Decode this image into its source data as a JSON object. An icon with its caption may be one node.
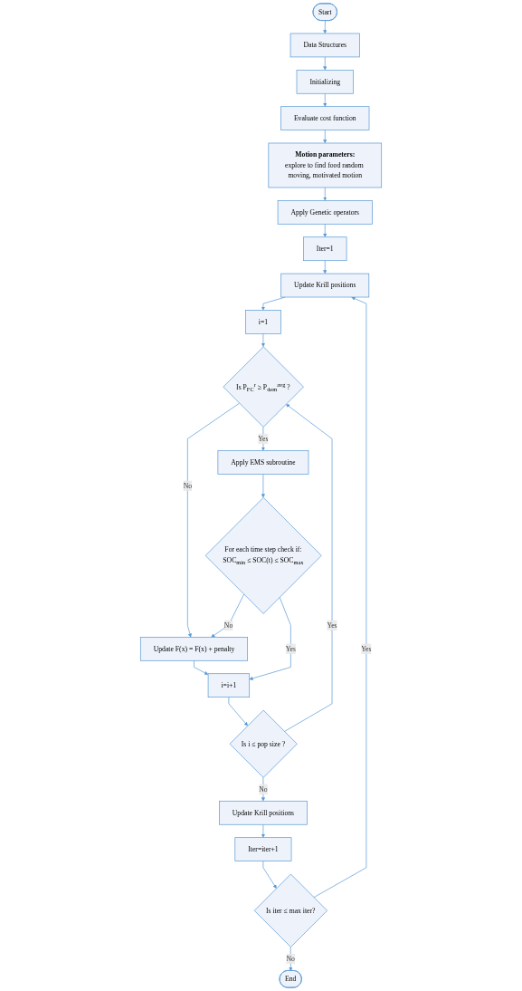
{
  "diagram": {
    "nodes": [
      {
        "text": [
          "Start"
        ]
      },
      {
        "text": [
          "Data Structures"
        ]
      },
      {
        "text": [
          "Initializing"
        ]
      },
      {
        "text": [
          "Evaluate cost function"
        ]
      },
      {
        "text": [
          "Motion parameters:",
          "explore to find food random moving, motivated motion"
        ]
      },
      {
        "text": [
          "Apply Genetic operators"
        ]
      },
      {
        "text": [
          "Iter=1"
        ]
      },
      {
        "text": [
          "Update Krill positions"
        ]
      },
      {
        "text": [
          "i=1"
        ]
      },
      {
        "text": [
          "Is P$_{FC}$$^{r}$ ≥ P$_{dem}$$^{avg}$ ?"
        ]
      },
      {
        "text": [
          "Update F(x) = F(x) + penalty"
        ]
      },
      {
        "text": [
          "Apply EMS subroutine"
        ]
      },
      {
        "text": [
          "For each time step check if:",
          "SOC$_{min}$ ≤ SOC(t) ≤ SOC$_{max}$"
        ]
      },
      {
        "text": [
          "i=i+1"
        ]
      },
      {
        "text": [
          "Is i ≤ pop size ?"
        ]
      },
      {
        "text": [
          "Update Krill positions"
        ]
      },
      {
        "text": [
          "Iter=iter+1"
        ]
      },
      {
        "text": [
          "Is iter ≤ max iter?"
        ]
      },
      {
        "text": [
          "End"
        ]
      }
    ],
    "edges": [
      {
        "from": 0,
        "to": 1,
        "arrow": "to"
      },
      {
        "from": 1,
        "to": 2,
        "arrow": "to"
      },
      {
        "from": 2,
        "to": 3,
        "arrow": "to"
      },
      {
        "from": 3,
        "to": 4,
        "arrow": "to"
      },
      {
        "from": 4,
        "to": 5,
        "arrow": "to"
      },
      {
        "from": 5,
        "to": 6,
        "arrow": "to"
      },
      {
        "from": 6,
        "to": 7,
        "arrow": "to"
      },
      {
        "from": 7,
        "to": 8,
        "arrow": "to"
      },
      {
        "from": 8,
        "to": 9,
        "arrow": "to"
      },
      {
        "from": 9,
        "to": 10,
        "label": "No",
        "arrow": "to"
      },
      {
        "from": 9,
        "to": 11,
        "label": "Yes",
        "arrow": "to"
      },
      {
        "from": 10,
        "to": 13,
        "arrow": "to"
      },
      {
        "from": 11,
        "to": 12,
        "arrow": "to"
      },
      {
        "from": 12,
        "to": 10,
        "label": "No",
        "arrow": "to"
      },
      {
        "from": 12,
        "to": 13,
        "label": "Yes",
        "arrow": "to"
      },
      {
        "from": 13,
        "to": 14,
        "arrow": "to"
      },
      {
        "from": 14,
        "to": 9,
        "label": "Yes",
        "arrow": "to"
      },
      {
        "from": 14,
        "to": 15,
        "label": "No",
        "arrow": "to"
      },
      {
        "from": 15,
        "to": 16,
        "arrow": "to"
      },
      {
        "from": 16,
        "to": 17,
        "arrow": "to"
      },
      {
        "from": 17,
        "to": 7,
        "label": "Yes",
        "arrow": "to"
      },
      {
        "from": 17,
        "to": 18,
        "label": "No",
        "arrow": "to"
      }
    ]
  }
}
